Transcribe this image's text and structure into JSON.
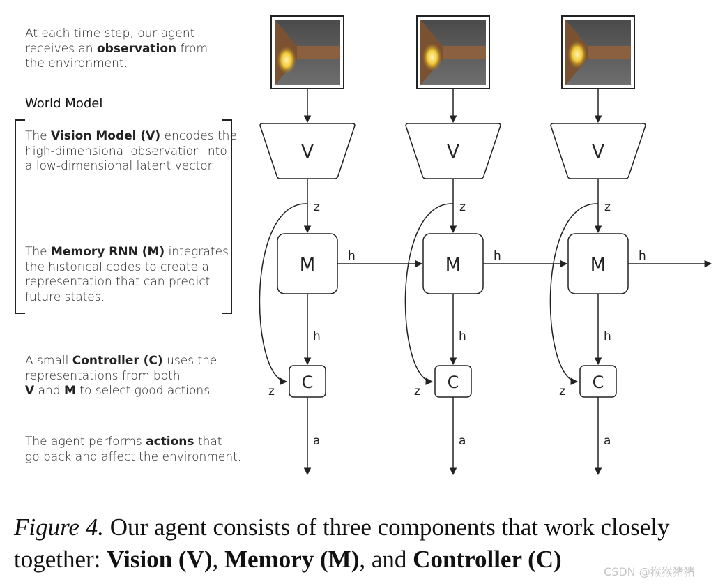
{
  "text_blocks": {
    "observation": [
      "At each time step, our agent",
      "receives an ",
      "observation",
      " from",
      "the environment."
    ],
    "world_model_title": "World Model",
    "vision": [
      "The ",
      "Vision Model (V)",
      " encodes the",
      "high-dimensional observation into",
      "a low-dimensional latent vector."
    ],
    "memory": [
      "The ",
      "Memory RNN (M)",
      " integrates",
      "the historical codes to create a",
      "representation that can predict",
      "future states."
    ],
    "controller": [
      "A small ",
      "Controller (C)",
      " uses the",
      "representations from both",
      "V",
      " and ",
      "M",
      " to select good actions."
    ],
    "actions": [
      "The agent performs ",
      "actions",
      " that",
      "go back and affect the environment."
    ]
  },
  "diagram": {
    "column_count": 3,
    "v_label": "V",
    "m_label": "M",
    "c_label": "C",
    "z_label": "z",
    "h_label": "h",
    "a_label": "a"
  },
  "caption": {
    "figure_label": "Figure 4.",
    "part1": " Our agent consists of three components that work closely together: ",
    "vision": "Vision (V)",
    "sep1": ", ",
    "memory": "Memory (M)",
    "sep2": ", and ",
    "controller": "Controller (C)"
  },
  "watermark": "CSDN @猴猴猪猪",
  "colors": {
    "stroke": "#222222",
    "frame_bg": "#5a5a5a",
    "wall": "#7a5232",
    "fireball": "#f5d44a"
  }
}
